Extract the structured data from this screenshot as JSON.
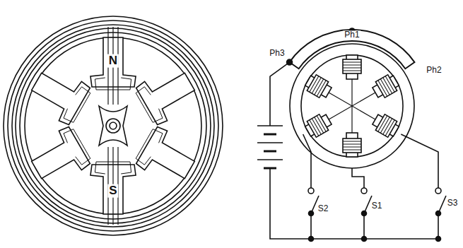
{
  "diagram": {
    "labels": [
      "N",
      "S",
      "Ph1",
      "Ph3",
      "Ph2",
      "S2",
      "S1",
      "S3"
    ]
  }
}
